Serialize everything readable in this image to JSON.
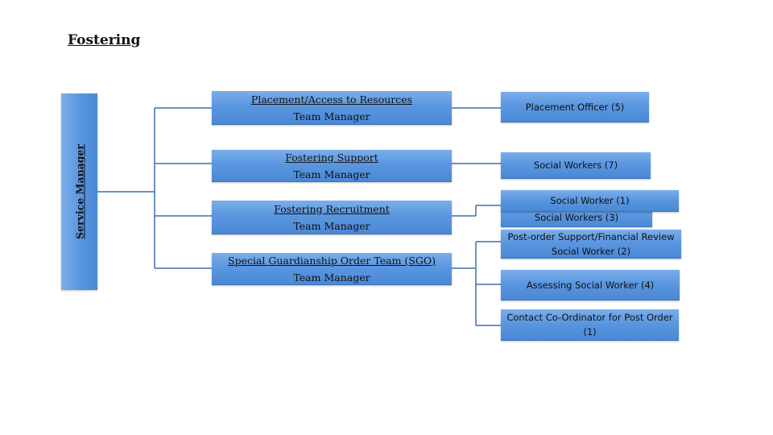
{
  "title": "Fostering",
  "service_manager": "Service Manager",
  "teams": [
    {
      "name": "Placement/Access to Resources",
      "role": "Team Manager"
    },
    {
      "name": "Fostering Support",
      "role": "Team Manager"
    },
    {
      "name": "Fostering Recruitment",
      "role": "Team Manager"
    },
    {
      "name": "Special Guardianship Order Team (SGO)",
      "role": "Team Manager"
    }
  ],
  "staff": [
    {
      "label": "Placement Officer (5)"
    },
    {
      "label": "Social Workers (7)"
    },
    {
      "label": "Social Workers (3)"
    },
    {
      "label": "Social Worker (1)"
    },
    {
      "label_line1": "Post-order Support/Financial Review",
      "label_line2": "Social Worker (2)"
    },
    {
      "label": "Assessing Social Worker (4)"
    },
    {
      "label": "Contact Co-Ordinator for Post Order (1)"
    }
  ]
}
